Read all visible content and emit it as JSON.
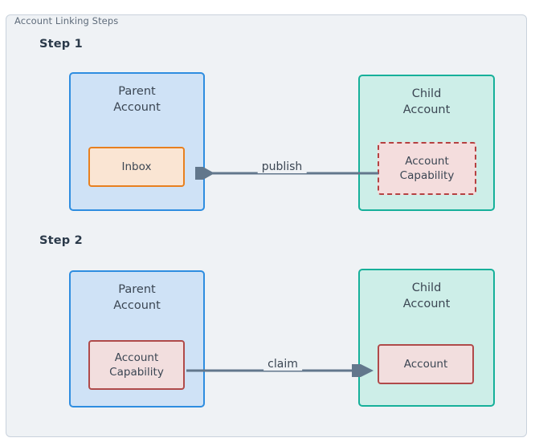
{
  "frame": {
    "legend": "Account Linking Steps"
  },
  "steps": [
    {
      "label": "Step 1",
      "left_box": {
        "title": "Parent\nAccount",
        "inner": {
          "label": "Inbox",
          "style": "solid-orange"
        }
      },
      "right_box": {
        "title": "Child\nAccount",
        "inner": {
          "label": "Account\nCapability",
          "style": "dashed-red"
        }
      },
      "edge": {
        "label": "publish",
        "direction": "right-to-left"
      }
    },
    {
      "label": "Step 2",
      "left_box": {
        "title": "Parent\nAccount",
        "inner": {
          "label": "Account\nCapability",
          "style": "solid-red"
        }
      },
      "right_box": {
        "title": "Child\nAccount",
        "inner": {
          "label": "Account",
          "style": "solid-red"
        }
      },
      "edge": {
        "label": "claim",
        "direction": "left-to-right"
      }
    }
  ],
  "colors": {
    "page_background": "#ffffff",
    "frame_background": "#eff2f5",
    "frame_border": "#c9d2dc",
    "legend_text": "#5f6c7b",
    "step_label_text": "#2b3a4a",
    "parent_fill": "#cfe2f6",
    "parent_border": "#2e8de0",
    "child_fill": "#cdeee8",
    "child_border": "#16b09a",
    "inbox_fill": "#fae5d3",
    "inbox_border": "#e8801f",
    "capability_fill": "#f2dede",
    "capability_border": "#b04a4a",
    "arrow": "#62778c",
    "body_text": "#3b4653"
  }
}
